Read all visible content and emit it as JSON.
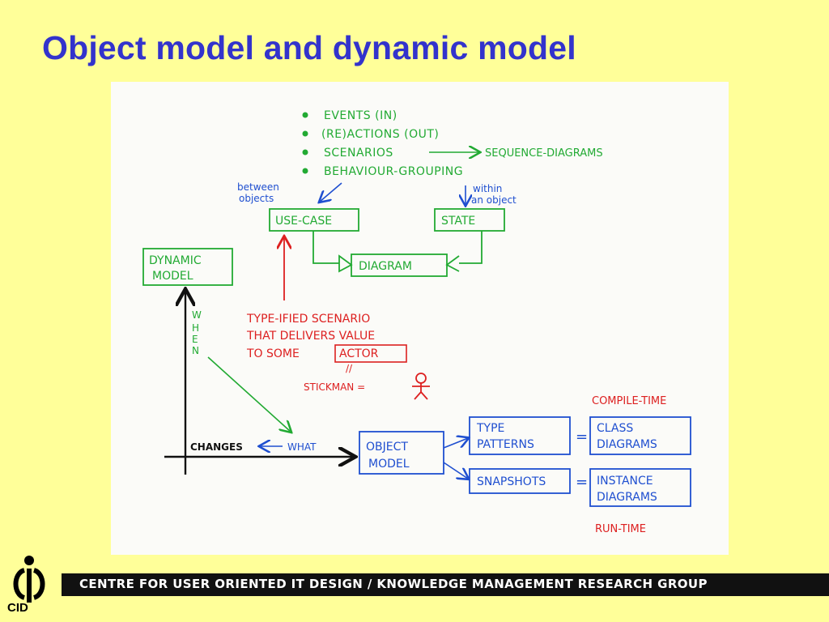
{
  "slide": {
    "title": "Object model and dynamic model"
  },
  "diagram": {
    "bullets": [
      "EVENTS (IN)",
      "(RE)ACTIONS (OUT)",
      "SCENARIOS",
      "BEHAVIOUR-GROUPING"
    ],
    "sequence_diagrams": "SEQUENCE-DIAGRAMS",
    "between_objects": [
      "between",
      "objects"
    ],
    "within_object": [
      "within",
      "an object"
    ],
    "use_case": "USE-CASE",
    "state": "STATE",
    "diagram_box": "DIAGRAM",
    "dynamic_model": [
      "DYNAMIC",
      "MODEL"
    ],
    "when_letters": [
      "W",
      "H",
      "E",
      "N"
    ],
    "red_note": [
      "TYPE-IFIED SCENARIO",
      "THAT DELIVERS VALUE",
      "TO SOME"
    ],
    "actor": "ACTOR",
    "ditto": "//",
    "stickman": "STICKMAN  =",
    "changes": "CHANGES",
    "what": "WHAT",
    "object_model": [
      "OBJECT",
      "MODEL"
    ],
    "type_patterns": [
      "TYPE",
      "PATTERNS"
    ],
    "snapshots": "SNAPSHOTS",
    "equals": "=",
    "class_diagrams": [
      "CLASS",
      "DIAGRAMS"
    ],
    "instance_diagrams": [
      "INSTANCE",
      "DIAGRAMS"
    ],
    "compile_time": "COMPILE-TIME",
    "run_time": "RUN-TIME"
  },
  "footer": {
    "text": "CENTRE FOR USER ORIENTED IT DESIGN  /  KNOWLEDGE MANAGEMENT RESEARCH GROUP",
    "logo_text": "CID"
  },
  "colors": {
    "background": "#ffff99",
    "title": "#3333cc",
    "green_ink": "#22aa33",
    "blue_ink": "#1f4fd0",
    "red_ink": "#dd2020",
    "black_ink": "#111111"
  }
}
